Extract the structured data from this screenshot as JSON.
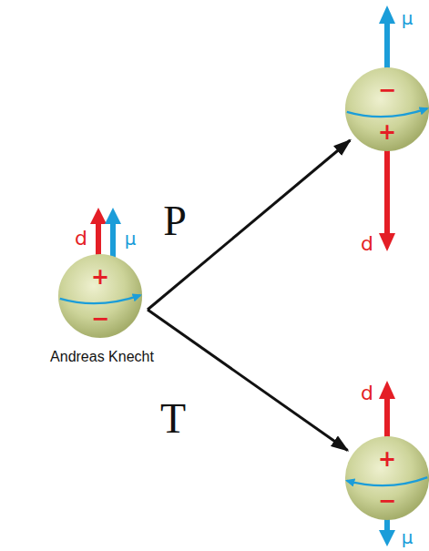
{
  "diagram": {
    "nodes": [
      {
        "text": [
          "+",
          "−"
        ]
      },
      {
        "text": [
          "−",
          "+"
        ]
      },
      {
        "text": [
          "+",
          "−"
        ]
      }
    ],
    "edges": [
      {
        "from": 0,
        "to": 1,
        "arrow": "to",
        "label": "P"
      },
      {
        "from": 0,
        "to": 2,
        "arrow": "to",
        "label": "T"
      }
    ],
    "labels": [
      "d",
      "μ",
      "Andreas Knecht",
      "μ",
      "d",
      "d",
      "μ"
    ]
  }
}
